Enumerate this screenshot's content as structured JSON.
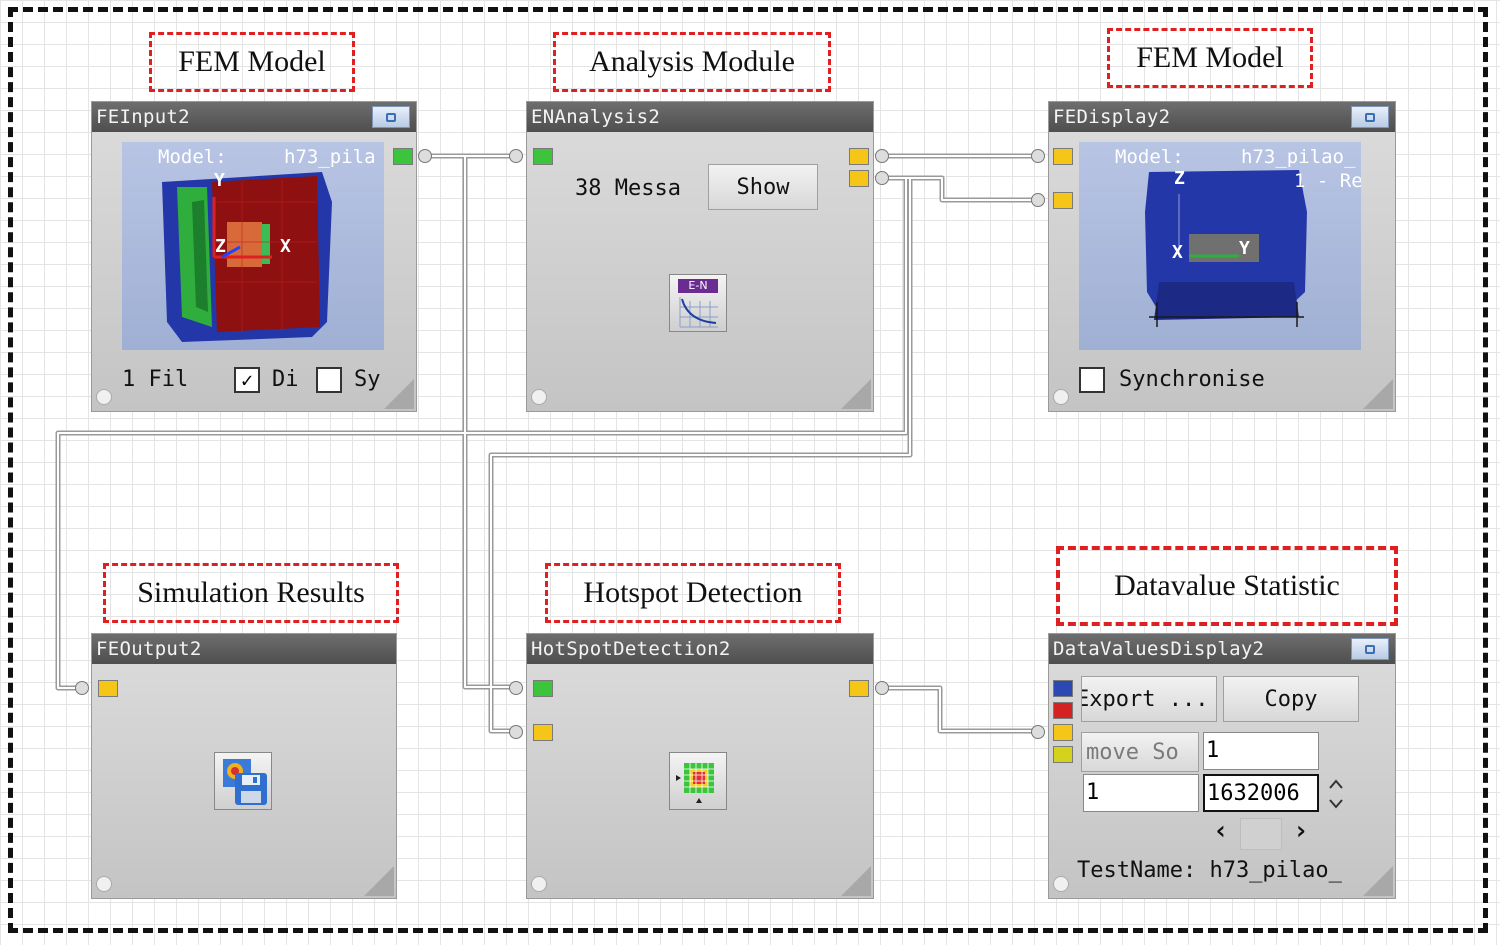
{
  "captions": {
    "fem_model_input": "FEM Model",
    "analysis_module": "Analysis Module",
    "fem_model_display": "FEM Model",
    "simulation_results": "Simulation Results",
    "hotspot_detection": "Hotspot Detection",
    "datavalue_statistic": "Datavalue  Statistic"
  },
  "nodes": {
    "fe_input": {
      "title": "FEInput2",
      "model_label": "Model:",
      "model_value": "h73_pila",
      "axis_y": "Y",
      "axis_z": "Z",
      "axis_x": "X",
      "file_count": "1 Fil",
      "display_label": "Di",
      "display_checked": true,
      "sync_label": "Sy",
      "sync_checked": false
    },
    "en_analysis": {
      "title": "ENAnalysis2",
      "messages": "38 Messa",
      "show_button": "Show",
      "icon_label": "E-N"
    },
    "fe_display": {
      "title": "FEDisplay2",
      "model_label": "Model:",
      "model_value": "h73_pilao_",
      "model_sub": "1 - Re",
      "axis_z": "Z",
      "axis_x": "X",
      "axis_y": "Y",
      "synchronise_label": "Synchronise",
      "synchronise_checked": false
    },
    "fe_output": {
      "title": "FEOutput2",
      "icon": "save-results-icon"
    },
    "hotspot": {
      "title": "HotSpotDetection2",
      "icon": "hotspot-grid-icon"
    },
    "data_values": {
      "title": "DataValuesDisplay2",
      "export_button": "Export ...",
      "copy_button": "Copy",
      "remove_button": "move So",
      "field_top_right": "1",
      "field_bottom_left": "1",
      "field_bottom_right": "1632006",
      "test_name": "TestName: h73_pilao_",
      "prev_arrow": "‹",
      "next_arrow": "›"
    }
  },
  "colors": {
    "caption_border": "#e02020",
    "title_bar": "#585858",
    "port_green": "#3dc43d",
    "port_yellow": "#f5c518",
    "mesh_blue": "#2437a8",
    "mesh_red": "#a01515",
    "viewport_bg": "#a9b8d8"
  }
}
